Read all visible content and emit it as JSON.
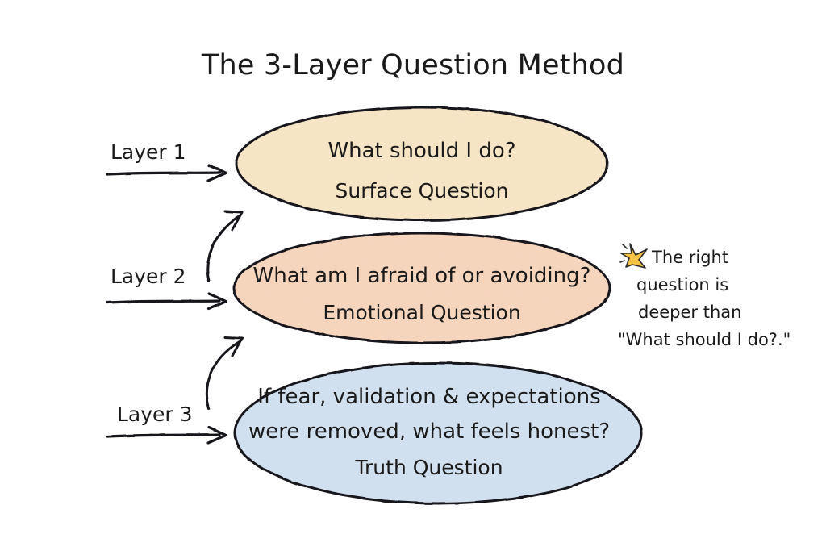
{
  "page": {
    "background": "#ffffff",
    "ink_color": "#16161a",
    "title": "The 3-Layer Question Method"
  },
  "layers": [
    {
      "arrow_label": "Layer 1",
      "line1": "What should I do?",
      "line2": "Surface Question",
      "line3": "",
      "fill": "#f9e7c6",
      "icon": "right-arrow-icon"
    },
    {
      "arrow_label": "Layer 2",
      "line1": "What am I afraid of or avoiding?",
      "line2": "Emotional Question",
      "line3": "",
      "fill": "#f9d6bd",
      "icon": "right-arrow-icon"
    },
    {
      "arrow_label": "Layer 3",
      "line1": "If fear, validation & expectations",
      "line2": "were removed, what feels honest?",
      "line3": "Truth Question",
      "fill": "#d2e2f2",
      "icon": "right-arrow-icon"
    }
  ],
  "connectors": [
    {
      "name": "curved-arrow-layer2-to-layer1"
    },
    {
      "name": "curved-arrow-layer3-to-layer2"
    }
  ],
  "note": {
    "icon": "sparkle-star-icon",
    "icon_color": "#f6c445",
    "lines": [
      "The right",
      "question is",
      "deeper than",
      "\"What should I do?.\""
    ]
  }
}
